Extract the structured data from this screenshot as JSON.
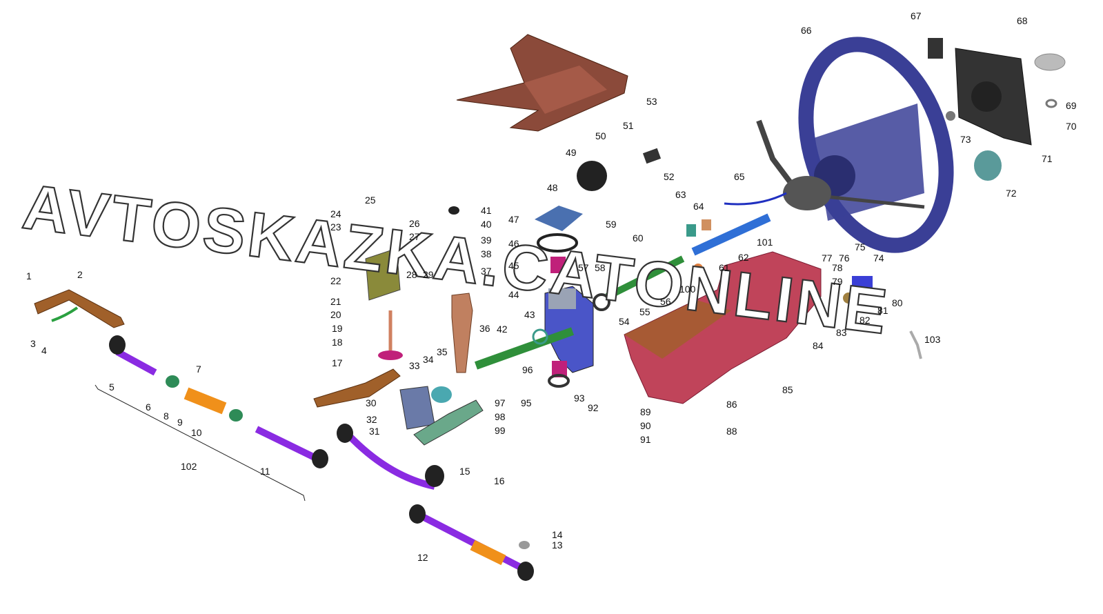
{
  "watermark": "AVTOSKAZKA.CATONLINE",
  "callouts": [
    "1",
    "2",
    "3",
    "4",
    "5",
    "6",
    "7",
    "8",
    "9",
    "10",
    "11",
    "12",
    "13",
    "14",
    "15",
    "16",
    "17",
    "18",
    "19",
    "20",
    "21",
    "22",
    "23",
    "24",
    "25",
    "26",
    "27",
    "28",
    "29",
    "30",
    "31",
    "32",
    "33",
    "34",
    "35",
    "36",
    "37",
    "38",
    "39",
    "40",
    "41",
    "42",
    "43",
    "44",
    "45",
    "46",
    "47",
    "48",
    "49",
    "50",
    "51",
    "52",
    "53",
    "54",
    "55",
    "56",
    "57",
    "58",
    "59",
    "60",
    "61",
    "62",
    "63",
    "64",
    "65",
    "66",
    "67",
    "68",
    "69",
    "70",
    "71",
    "72",
    "73",
    "74",
    "75",
    "76",
    "77",
    "78",
    "79",
    "80",
    "81",
    "82",
    "83",
    "84",
    "85",
    "86",
    "88",
    "89",
    "90",
    "91",
    "92",
    "93",
    "95",
    "96",
    "97",
    "98",
    "99",
    "100",
    "101",
    "102",
    "103"
  ],
  "colors": {
    "tie_rod": "#8a2be2",
    "tie_rod_end": "#4b0082",
    "lever": "#a0602a",
    "clamp": "#2e8b57",
    "sleeve": "#f0901a",
    "shaft_green": "#2f8f3a",
    "shaft_blue": "#2f6fd6",
    "gearbox": "#4a55c8",
    "bracket": "#6aa88a",
    "cover": "#8b4a3a",
    "console": "#c0445a",
    "wheel": "#3a3f96",
    "reservoir": "#8a8a3a",
    "arm": "#c08060"
  }
}
